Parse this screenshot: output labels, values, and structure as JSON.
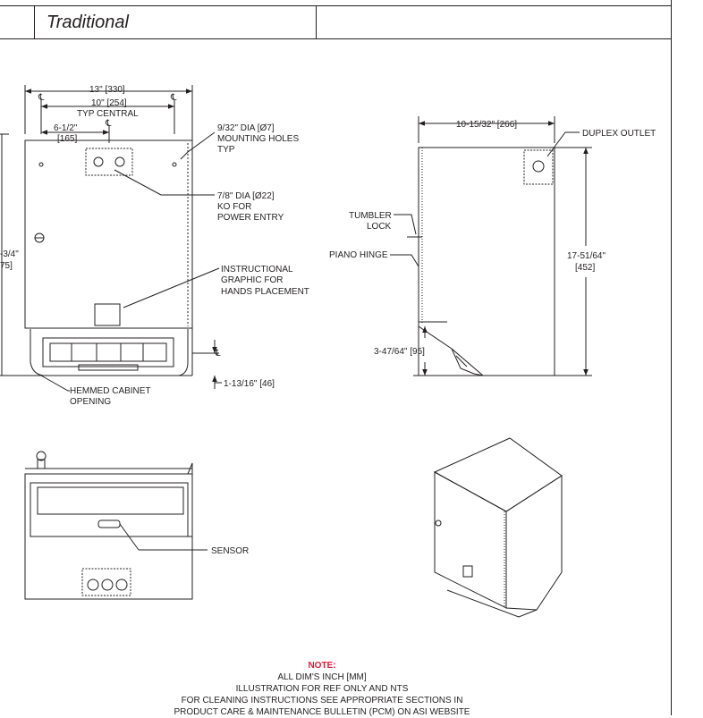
{
  "header": {
    "title": "Traditional"
  },
  "front_view": {
    "dim_overall_width": "13\" [330]",
    "dim_center_width": "10\" [254]",
    "dim_center_note": "TYP CENTRAL",
    "dim_offset_1": "6-1/2\"",
    "dim_offset_2": "[165]",
    "centerline_mark": "℄",
    "mounting_holes_1": "9/32\" DIA [Ø7]",
    "mounting_holes_2": "MOUNTING HOLES",
    "mounting_holes_3": "TYP",
    "ko_1": "7/8\" DIA [Ø22]",
    "ko_2": "KO FOR",
    "ko_3": "POWER ENTRY",
    "graphic_1": "INSTRUCTIONAL",
    "graphic_2": "GRAPHIC FOR",
    "graphic_3": "HANDS PLACEMENT",
    "height_partial_1": "-3/4\"",
    "height_partial_2": "75]",
    "dim_bottom": "1-13/16\" [46]",
    "hemmed_1": "HEMMED CABINET",
    "hemmed_2": "OPENING"
  },
  "side_view": {
    "dim_depth": "10-15/32\" [266]",
    "duplex": "DUPLEX OUTLET",
    "tumbler_1": "TUMBLER",
    "tumbler_2": "LOCK",
    "piano": "PIANO HINGE",
    "height_1": "17-51/64\"",
    "height_2": "[452]",
    "dim_bottom": "3-47/64\" [95]"
  },
  "bottom_view": {
    "sensor": "SENSOR"
  },
  "note": {
    "title": "NOTE:",
    "line_1": "ALL DIM'S INCH [MM]",
    "line_2": "ILLUSTRATION FOR REF ONLY AND NTS",
    "line_3": "FOR CLEANING INSTRUCTIONS SEE APPROPRIATE SECTIONS IN",
    "line_4": "PRODUCT CARE & MAINTENANCE BULLETIN (PCM) ON ASI WEBSITE"
  }
}
